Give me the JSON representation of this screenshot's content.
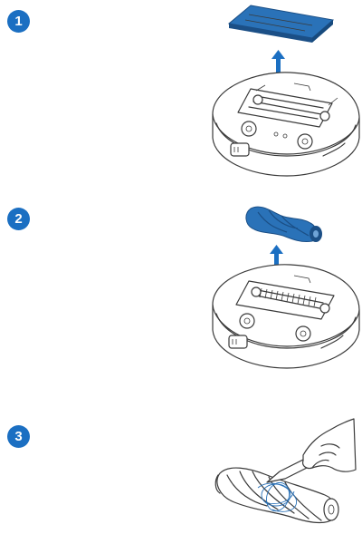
{
  "colors": {
    "badge": "#1b6fc2",
    "accent": "#2a72b8",
    "accent_dark": "#1b4f86",
    "line": "#3a3a3a"
  },
  "steps": [
    {
      "number": "1",
      "illustration": "remove-brush-cover"
    },
    {
      "number": "2",
      "illustration": "remove-main-brush"
    },
    {
      "number": "3",
      "illustration": "clean-brush-hair"
    }
  ],
  "icons": {
    "arrow": "arrow-up-icon"
  }
}
